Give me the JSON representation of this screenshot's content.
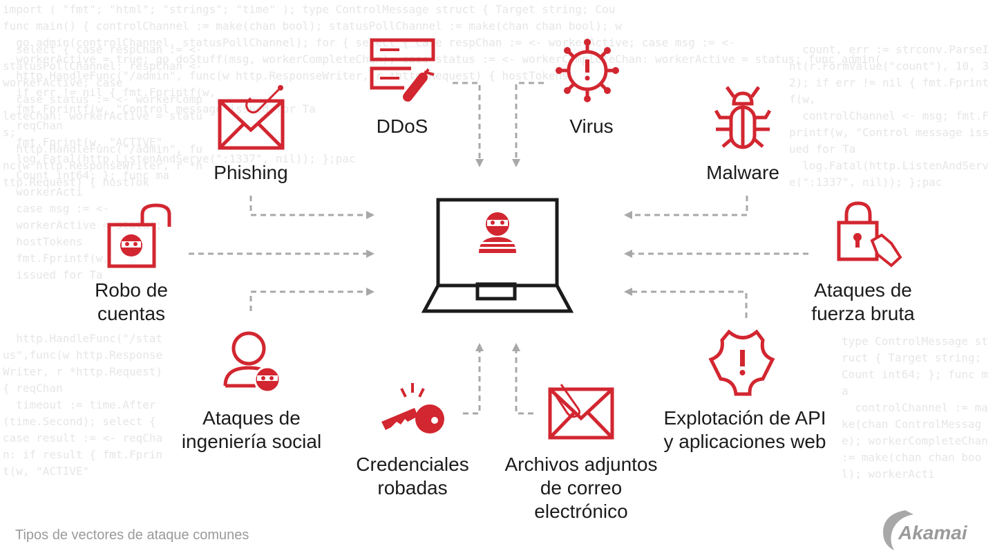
{
  "background_code": [
    "import ( \"fmt\"; \"html\"; \"strings\"; \"time\" ); type ControlMessage struct { Target string; Cou",
    "func main() { controlChannel := make(chan bool); statusPollChannel := make(chan chan bool); w",
    "  select { case respChan := <- statusPollChannel: respChan <- workerActive; case",
    "  case status := <- workerCompleteChan: workerActive = status;",
    "  http.HandleFunc(\"/admin\", func(w http.ResponseWriter, r *http.Request) { hostTok",
    "  count, err := strconv.ParseInt(r.FormValue(\"count\"), 10, 32); if err != nil { fmt.Fprintf(w,",
    "  controlChannel <- msg; fmt.Fprintf(w, \"Control message issued for Ta",
    "  http.HandleFunc(\"/status\",func(w http.ResponseWriter, r *http.Request) { reqChan",
    "  timeout := time.After(time.Second); select { case result := <- reqChan: if result { fmt.Fprint(w, \"ACTIVE\"",
    "  log.Fatal(http.ListenAndServe(\":1337\", nil)); };pac",
    "type ControlMessage struct { Target string; Count int64; }; func ma",
    "  controlChannel := make(chan ControlMessage); workerCompleteChan := make(chan chan bool); workerActi",
    "  go admin(controlChannel, statusPollChannel); for { select { case respChan := <- workerActive; case msg := <-",
    "  workerActive = true; go doStuff(msg, workerCompleteChan); case status := <- workerCompleteChan: workerActive = status; func admin(",
    "  http.HandleFunc(\"/admin\", func(w http.ResponseWriter, r *http.Request) { hostTokens",
    "  if err != nil { fmt.Fprintf(w,",
    "  fmt.Fprintf(w, \"Control message issued for Ta",
    "  reqChan",
    "  fmt.Fprint(w, \"ACTIVE\"",
    "  log.Fatal(http.ListenAndServe(\":1337\", nil)); };pac",
    "  Count int64; }; func ma",
    "  workerActi",
    "  case msg := <-",
    "  workerActive = status;",
    "  hostTokens",
    "  fmt.Fprintf(w,",
    "  issued for Ta"
  ],
  "colors": {
    "accent": "#d22630",
    "text": "#1b1b1b",
    "arrow": "#a8a8a8",
    "caption": "#9a9a9a"
  },
  "labels": {
    "ddos": "DDoS",
    "virus": "Virus",
    "phishing": "Phishing",
    "malware": "Malware",
    "robo_1": "Robo de",
    "robo_2": "cuentas",
    "fuerza_1": "Ataques de",
    "fuerza_2": "fuerza bruta",
    "social_1": "Ataques de",
    "social_2": "ingeniería social",
    "api_1": "Explotación de API",
    "api_2": "y aplicaciones web",
    "cred_1": "Credenciales",
    "cred_2": "robadas",
    "adj_1": "Archivos adjuntos",
    "adj_2": "de correo",
    "adj_3": "electrónico"
  },
  "caption": "Tipos de vectores de ataque comunes",
  "logo": "Akamai"
}
